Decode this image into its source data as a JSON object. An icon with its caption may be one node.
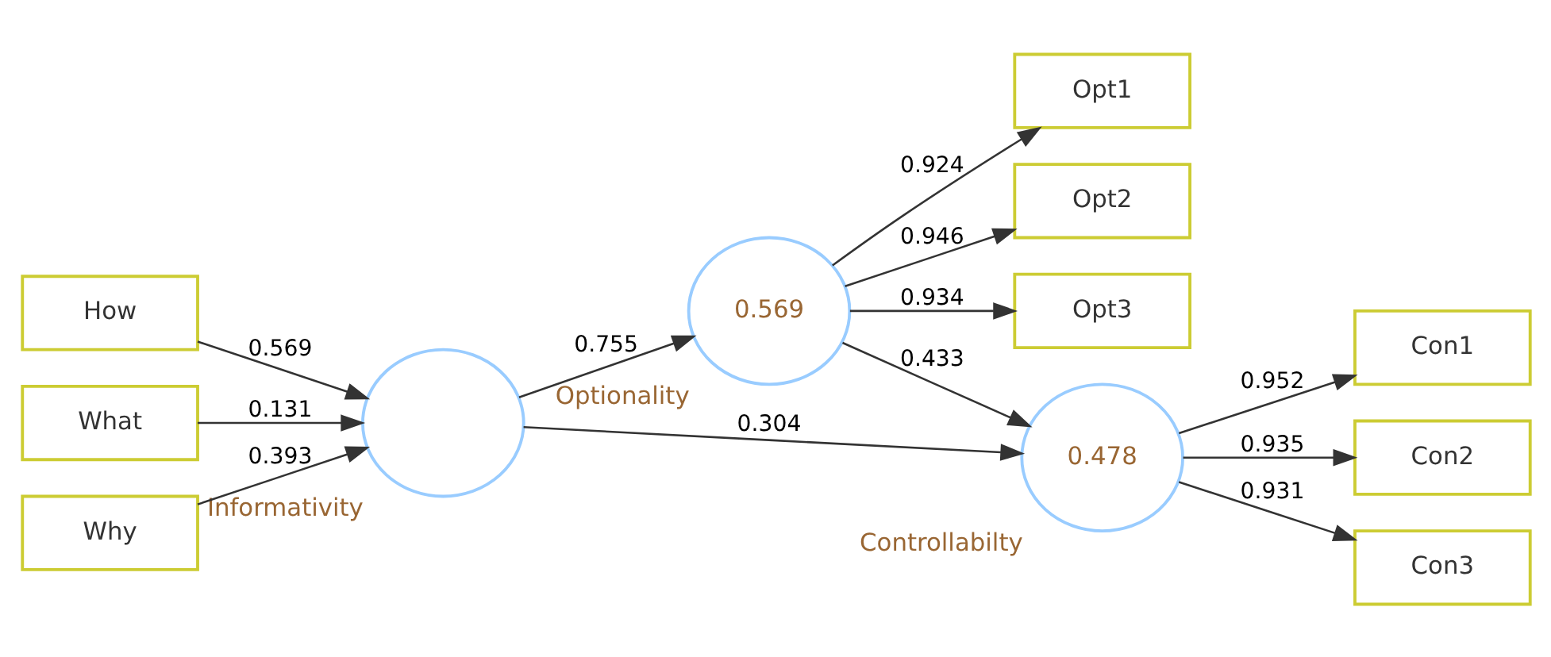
{
  "diagram": {
    "nodes": [
      {
        "text": [
          "Opt1"
        ]
      },
      {
        "text": [
          "Opt2"
        ]
      },
      {
        "text": [
          "Opt3"
        ]
      },
      {
        "text": [
          "0.569"
        ],
        "beside": [
          "Optionality"
        ]
      },
      {
        "text": [
          "How"
        ]
      },
      {
        "text": [
          "What"
        ]
      },
      {
        "text": [
          "Why"
        ]
      },
      {
        "text": [],
        "shape": "circle",
        "beside": [
          "Informativity"
        ]
      },
      {
        "text": [
          "0.478"
        ],
        "beside": [
          "Controllabilty"
        ]
      },
      {
        "text": [
          "Con1"
        ]
      },
      {
        "text": [
          "Con2"
        ]
      },
      {
        "text": [
          "Con3"
        ]
      }
    ],
    "edges": [
      {
        "from": 3,
        "to": 0,
        "arrow": "to",
        "label": "0.924"
      },
      {
        "from": 3,
        "to": 1,
        "arrow": "to",
        "label": "0.946"
      },
      {
        "from": 3,
        "to": 2,
        "arrow": "to",
        "label": "0.934"
      },
      {
        "from": 4,
        "to": 7,
        "arrow": "to",
        "label": "0.569"
      },
      {
        "from": 5,
        "to": 7,
        "arrow": "to",
        "label": "0.131"
      },
      {
        "from": 6,
        "to": 7,
        "arrow": "to",
        "label": "0.393"
      },
      {
        "from": 7,
        "to": 3,
        "arrow": "to",
        "label": "0.755"
      },
      {
        "from": 3,
        "to": 8,
        "arrow": "to",
        "label": "0.433"
      },
      {
        "from": 7,
        "to": 8,
        "arrow": "to",
        "label": "0.304"
      },
      {
        "from": 8,
        "to": 9,
        "arrow": "to",
        "label": "0.952"
      },
      {
        "from": 8,
        "to": 10,
        "arrow": "to",
        "label": "0.935"
      },
      {
        "from": 8,
        "to": 11,
        "arrow": "to",
        "label": "0.931"
      }
    ]
  }
}
